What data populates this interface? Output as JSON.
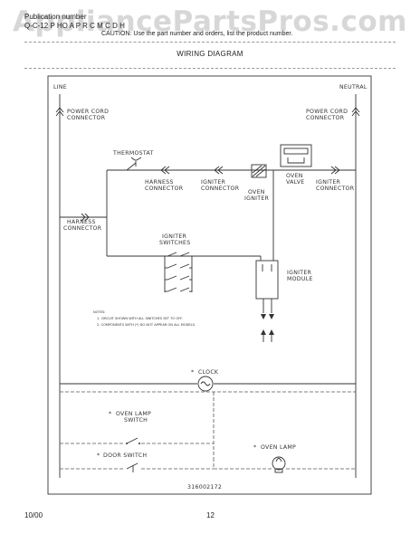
{
  "header": {
    "pub_label": "Publication number",
    "line2": "Q-C-12    P    HO    A P    R    C  M    C    D    H",
    "line3": "CAUTION:  Use the part number and orders, list the product number."
  },
  "watermark": "AppliancePartsPros.com",
  "diagram": {
    "title": "WIRING DIAGRAM",
    "labels": {
      "line": "LINE",
      "neutral": "NEUTRAL",
      "power_cord_left": [
        "POWER CORD",
        "CONNECTOR"
      ],
      "power_cord_right": [
        "POWER CORD",
        "CONNECTOR"
      ],
      "thermostat": "THERMOSTAT",
      "harness_connector_top": [
        "HARNESS",
        "CONNECTOR"
      ],
      "igniter_connector_left": [
        "IGNITER",
        "CONNECTOR"
      ],
      "oven_igniter": [
        "OVEN",
        "IGNITER"
      ],
      "oven_valve": [
        "OVEN",
        "VALVE"
      ],
      "igniter_connector_right": [
        "IGNITER",
        "CONNECTOR"
      ],
      "harness_connector_left": [
        "HARNESS",
        "CONNECTOR"
      ],
      "igniter_switches": [
        "IGNITER",
        "SWITCHES"
      ],
      "igniter_module": [
        "IGNITER",
        "MODULE"
      ],
      "clock": "CLOCK",
      "oven_lamp_switch": [
        "OVEN LAMP",
        "SWITCH"
      ],
      "door_switch": "DOOR SWITCH",
      "oven_lamp": "OVEN LAMP",
      "part_number": "316002172",
      "asterisk": "*"
    },
    "notes": [
      "NOTES:",
      "1. CIRCUIT SHOWN WITH ALL SWITCHES SET TO OFF.",
      "2. COMPONENTS WITH (*) DO NOT APPEAR ON ALL MODELS."
    ]
  },
  "footer": {
    "date": "10/00",
    "page": "12"
  }
}
